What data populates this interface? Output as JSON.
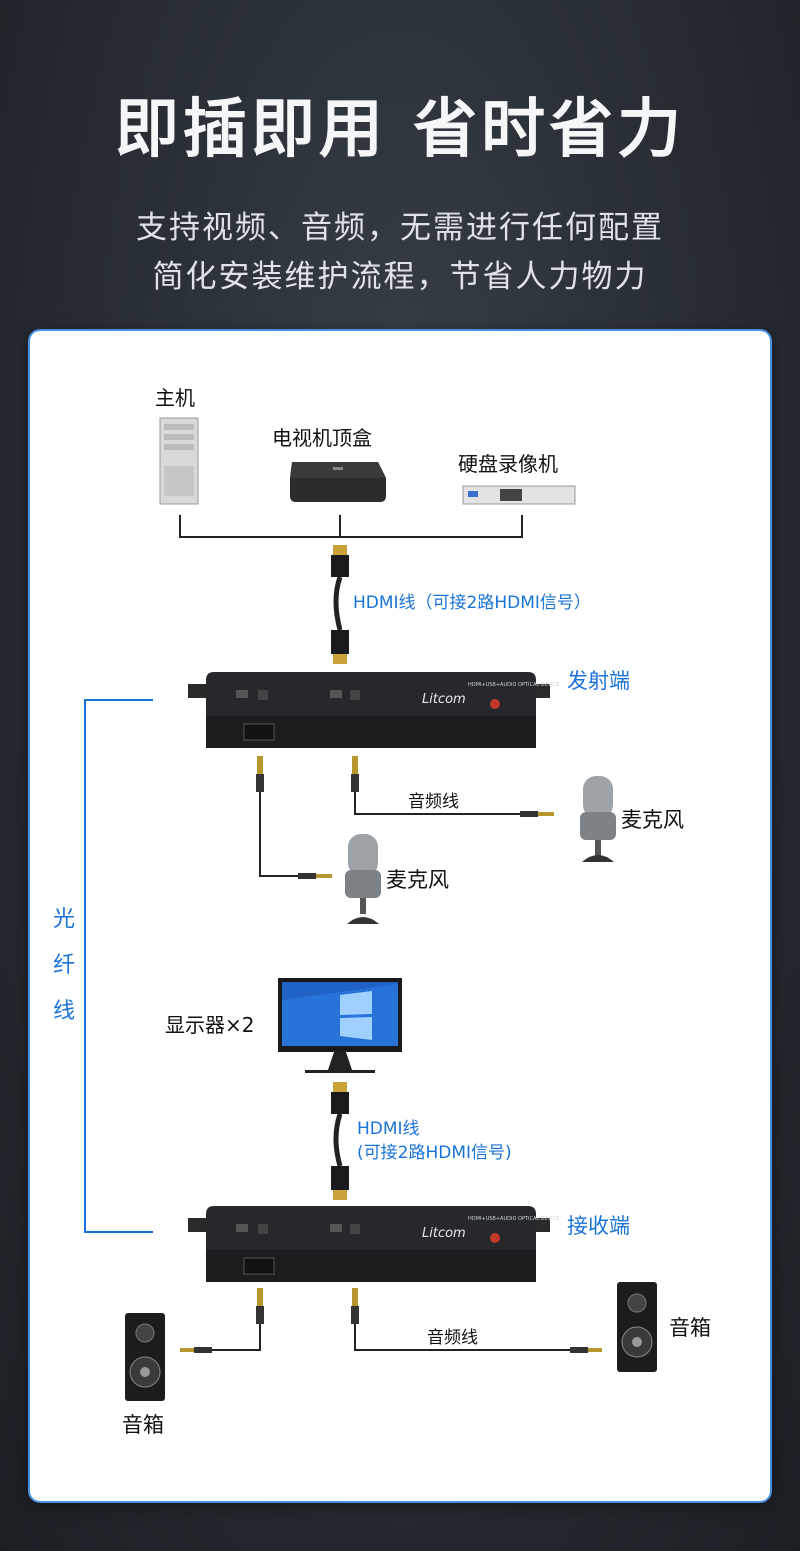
{
  "header": {
    "title": "即插即用 省时省力",
    "subtitle_line1": "支持视频、音频，无需进行任何配置",
    "subtitle_line2": "简化安装维护流程，节省人力物力"
  },
  "diagram": {
    "host_label": "主机",
    "settop_label": "电视机顶盒",
    "nvr_label": "硬盘录像机",
    "hdmi_cable_top": "HDMI线（可接2路HDMI信号）",
    "transmitter_label": "发射端",
    "audio_cable_top": "音频线",
    "mic_right_label": "麦克风",
    "mic_left_label": "麦克风",
    "fiber_chars": [
      "光",
      "纤",
      "线"
    ],
    "monitor_label": "显示器×2",
    "hdmi_cable_bottom_line1": "HDMI线",
    "hdmi_cable_bottom_line2": "(可接2路HDMI信号)",
    "receiver_label": "接收端",
    "audio_cable_bottom": "音频线",
    "speaker_right_label": "音箱",
    "speaker_left_label": "音箱",
    "device_brand": "Litcom",
    "device_model_text": "HDMI+USB+AUDIO OPTICAL DEVICE"
  },
  "colors": {
    "accent": "#1a73d9",
    "card_border": "#4a90e2",
    "device_body": "#222426"
  }
}
